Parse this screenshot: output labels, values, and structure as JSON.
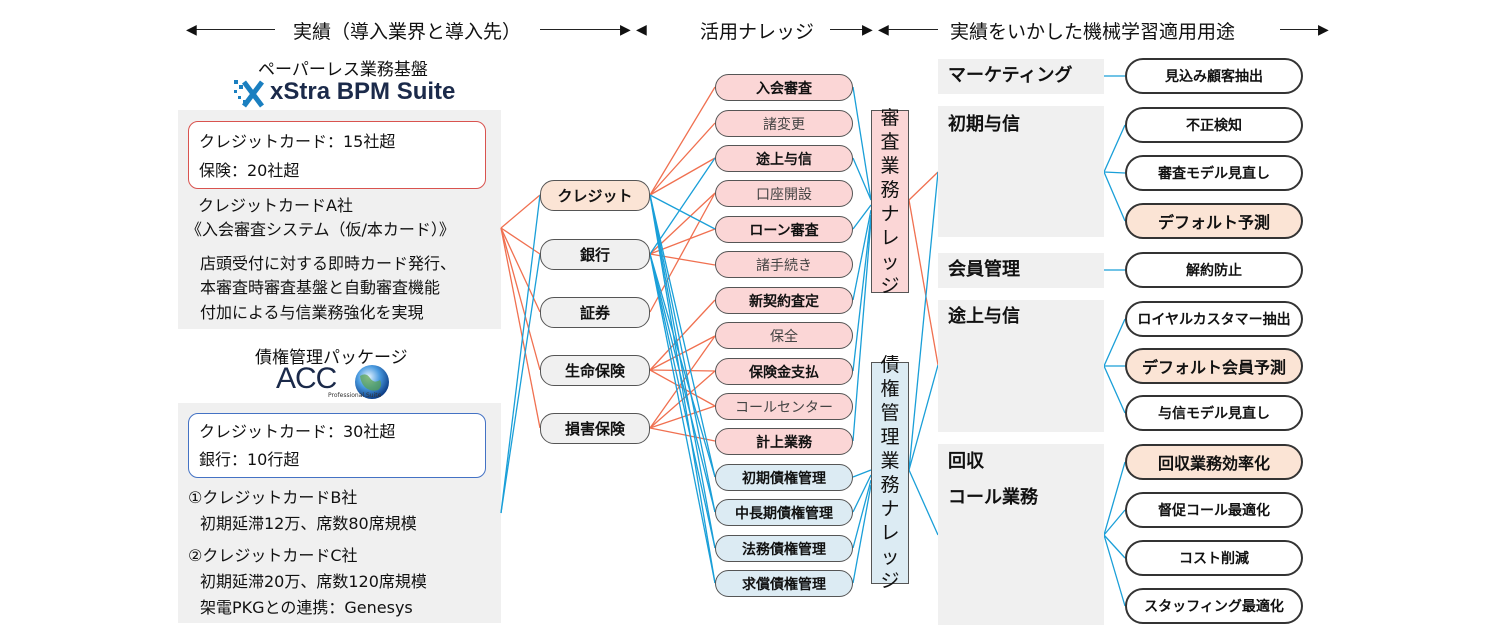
{
  "headers": {
    "left": "実績（導入業界と導入先）",
    "center": "活用ナレッジ",
    "right": "実績をいかした機械学習適用用途"
  },
  "products": {
    "xstra_caption": "ペーパーレス業務基盤",
    "xstra_logo": "xStra BPM Suite",
    "acc_caption": "債権管理パッケージ",
    "acc_logo": "ACC",
    "acc_logo_sub": "Professional Suite"
  },
  "panel1": {
    "box_lines": [
      "クレジットカード：15社超",
      "保険：20社超"
    ],
    "lines": [
      "クレジットカードA社",
      "《入会審査システム（仮/本カード）》",
      "店頭受付に対する即時カード発行、",
      "本審査時審査基盤と自動審査機能",
      "付加による与信業務強化を実現"
    ]
  },
  "panel2": {
    "box_lines": [
      "クレジットカード：30社超",
      "銀行：10行超"
    ],
    "lines": [
      "①クレジットカードB社",
      "初期延滞12万、席数80席規模",
      "②クレジットカードC社",
      "初期延滞20万、席数120席規模",
      "架電PKGとの連携：Genesys"
    ]
  },
  "industries": [
    "クレジット",
    "銀行",
    "証券",
    "生命保険",
    "損害保険"
  ],
  "knowledge": [
    {
      "label": "入会審査",
      "style": "pink bold"
    },
    {
      "label": "諸変更",
      "style": "pink"
    },
    {
      "label": "途上与信",
      "style": "pink bold"
    },
    {
      "label": "口座開設",
      "style": "pink"
    },
    {
      "label": "ローン審査",
      "style": "pink bold"
    },
    {
      "label": "諸手続き",
      "style": "pink"
    },
    {
      "label": "新契約査定",
      "style": "pink bold"
    },
    {
      "label": "保全",
      "style": "pink"
    },
    {
      "label": "保険金支払",
      "style": "pink bold"
    },
    {
      "label": "コールセンター",
      "style": "pink"
    },
    {
      "label": "計上業務",
      "style": "pink bold"
    },
    {
      "label": "初期債権管理",
      "style": "cyan bold"
    },
    {
      "label": "中長期債権管理",
      "style": "cyan bold"
    },
    {
      "label": "法務債権管理",
      "style": "cyan bold"
    },
    {
      "label": "求償債権管理",
      "style": "cyan bold"
    }
  ],
  "knowledge_groups": {
    "review": "審査業務ナレッジ",
    "debt": "債権管理業務ナレッジ"
  },
  "usecases": [
    {
      "label": "マーケティング",
      "items": [
        {
          "label": "見込み顧客抽出",
          "style": ""
        }
      ]
    },
    {
      "label": "初期与信",
      "items": [
        {
          "label": "不正検知",
          "style": ""
        },
        {
          "label": "審査モデル見直し",
          "style": ""
        },
        {
          "label": "デフォルト予測",
          "style": "peach"
        }
      ]
    },
    {
      "label": "会員管理",
      "items": [
        {
          "label": "解約防止",
          "style": ""
        }
      ]
    },
    {
      "label": "途上与信",
      "items": [
        {
          "label": "ロイヤルカスタマー抽出",
          "style": ""
        },
        {
          "label": "デフォルト会員予測",
          "style": "peach"
        },
        {
          "label": "与信モデル見直し",
          "style": ""
        }
      ]
    },
    {
      "label": "回収\nコール業務",
      "items": [
        {
          "label": "回収業務効率化",
          "style": "peach"
        },
        {
          "label": "督促コール最適化",
          "style": ""
        },
        {
          "label": "コスト削減",
          "style": ""
        },
        {
          "label": "スタッフィング最適化",
          "style": ""
        }
      ]
    }
  ],
  "colors": {
    "orange_line": "#f07050",
    "blue_line": "#1a9fd8",
    "pink": "#fbd6d6",
    "cyan": "#dcebf3",
    "peach": "#fbe4d5",
    "panel_gray": "#f0f0f0",
    "red_border": "#d9534f",
    "blue_border": "#4472c4"
  }
}
